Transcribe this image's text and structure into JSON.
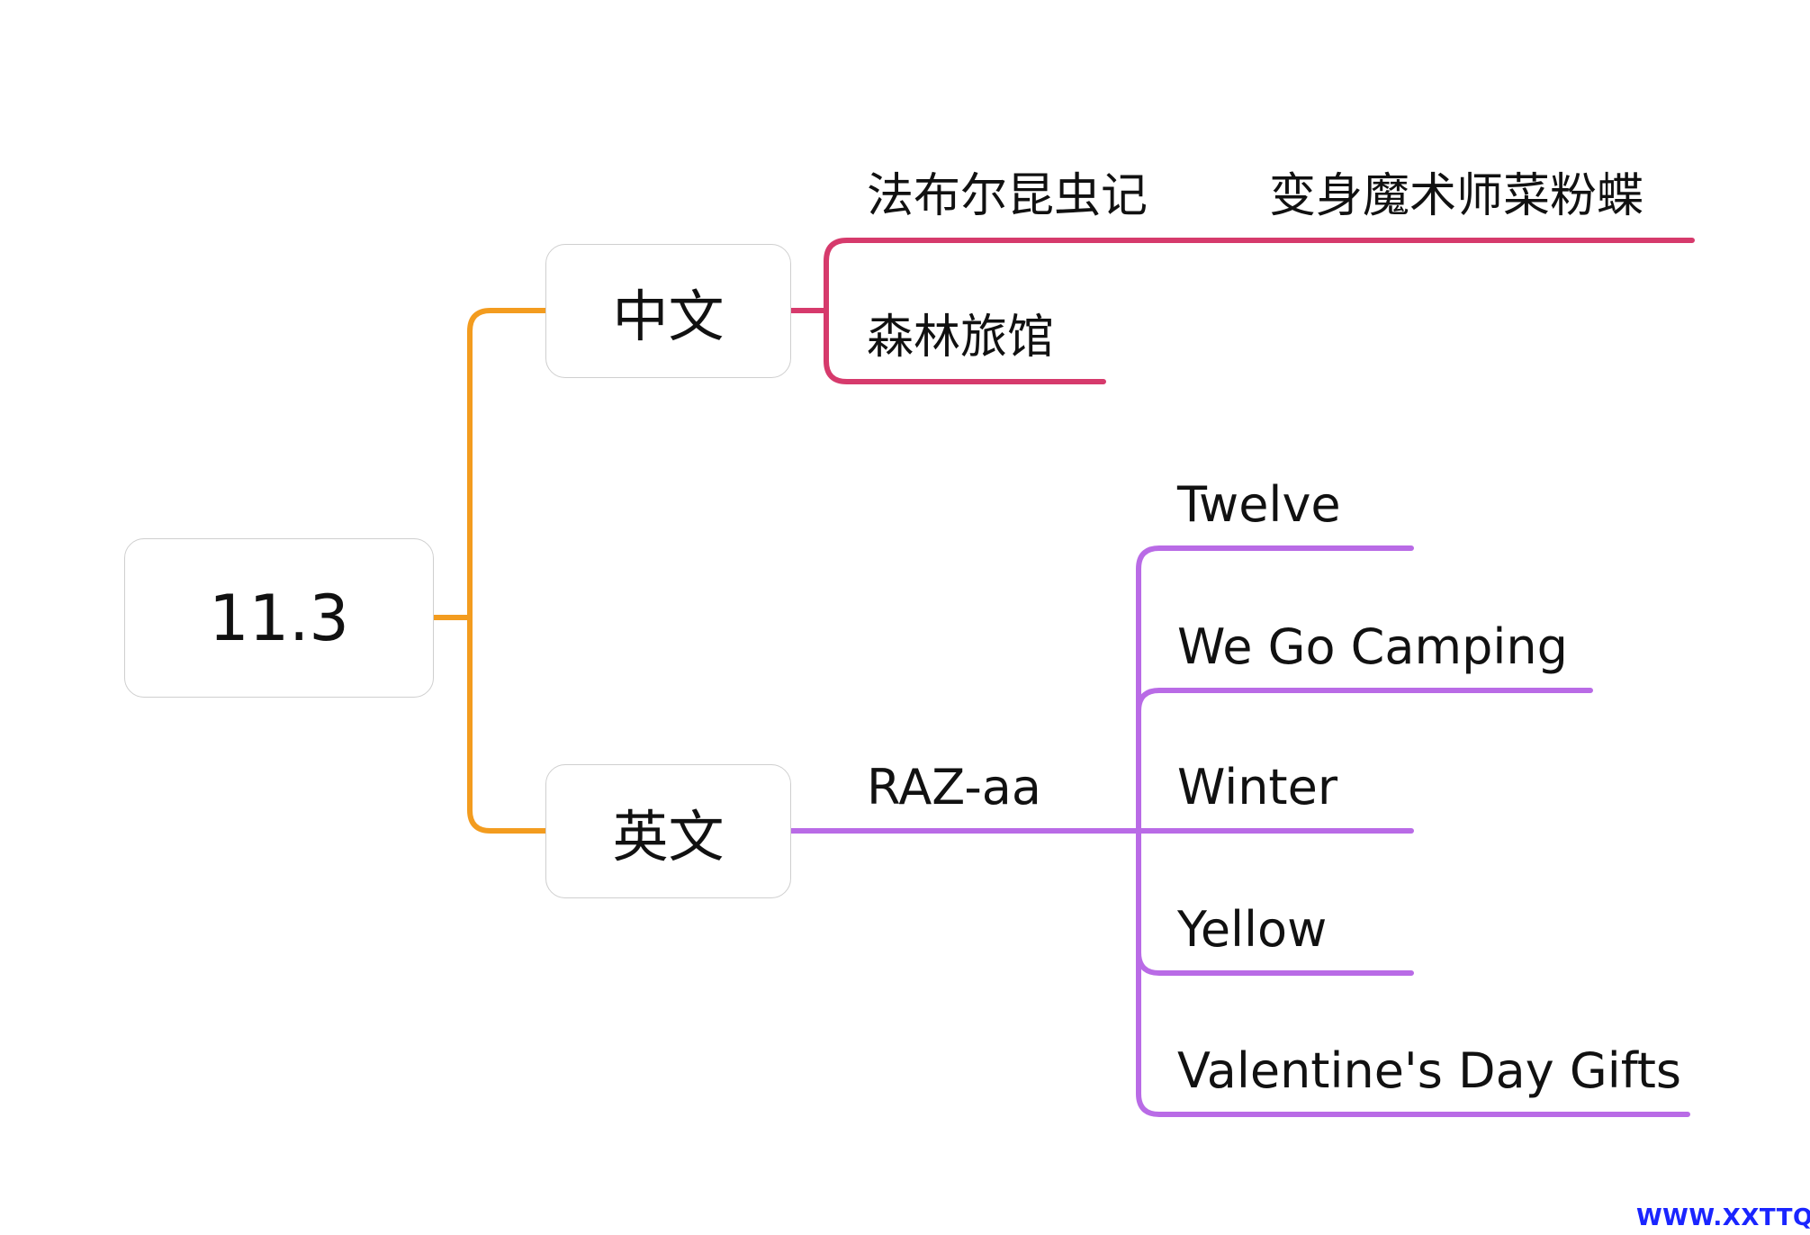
{
  "mindmap": {
    "root": {
      "label": "11.3"
    },
    "branches": [
      {
        "label": "中文",
        "color": "#d63a6c",
        "children": [
          {
            "label": "法布尔昆虫记",
            "children": [
              {
                "label": "变身魔术师菜粉蝶"
              }
            ]
          },
          {
            "label": "森林旅馆"
          }
        ]
      },
      {
        "label": "英文",
        "color": "#b96be6",
        "children": [
          {
            "label": "RAZ-aa",
            "children": [
              {
                "label": "Twelve"
              },
              {
                "label": "We Go Camping"
              },
              {
                "label": "Winter"
              },
              {
                "label": "Yellow"
              },
              {
                "label": "Valentine's Day Gifts"
              }
            ]
          }
        ]
      }
    ],
    "trunk_color": "#f39c1f"
  },
  "watermark": "WWW.XXTTQ.COM",
  "colors": {
    "orange": "#f39c1f",
    "pink": "#d63a6c",
    "purple": "#b96be6",
    "watermark": "#1a25ff"
  }
}
